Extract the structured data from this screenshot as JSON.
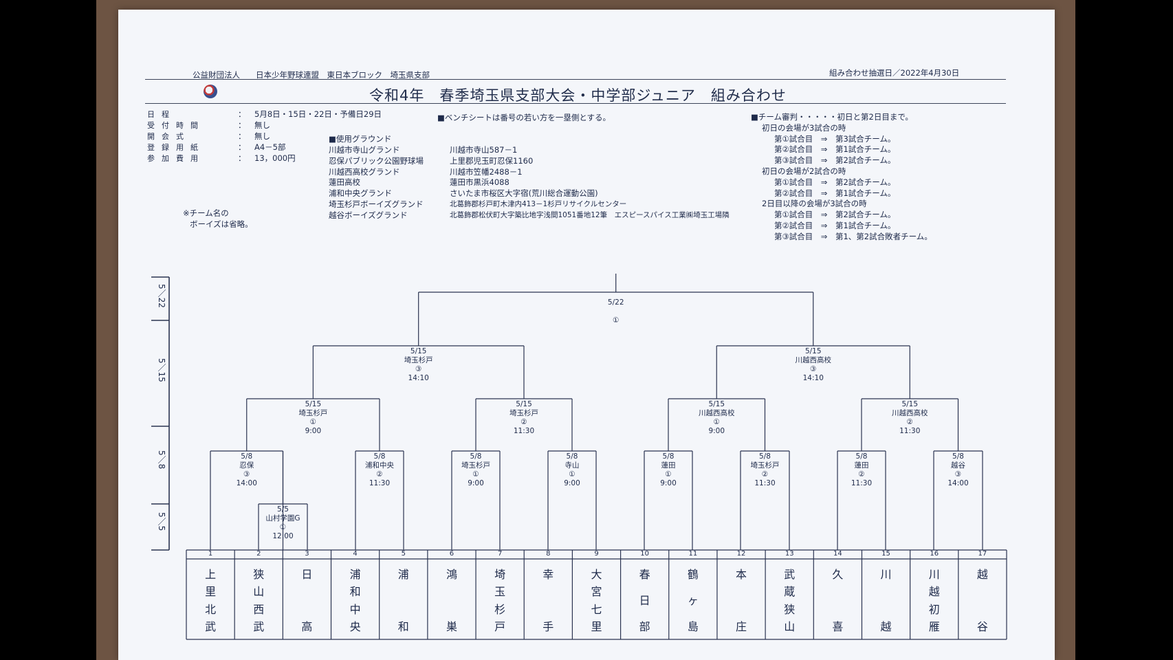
{
  "header": {
    "org": "公益財団法人　　日本少年野球連盟　東日本ブロック　埼玉県支部",
    "lottery": "組み合わせ抽選日／2022年4月30日",
    "title": "令和4年　春季埼玉県支部大会・中学部ジュニア　組み合わせ"
  },
  "info": [
    {
      "label": "日程",
      "value": "5月8日・15日・22日・予備日29日"
    },
    {
      "label": "受付時間",
      "value": "無し"
    },
    {
      "label": "開会式",
      "value": "無し"
    },
    {
      "label": "登録用紙",
      "value": "A4－5部"
    },
    {
      "label": "参加費用",
      "value": "13，000円"
    }
  ],
  "bench_note": "■ベンチシートは番号の若い方を一塁側とする。",
  "grounds_title": "■使用グラウンド",
  "grounds": [
    {
      "name": "川越市寺山グランド",
      "address": "川越市寺山587－1"
    },
    {
      "name": "忍保パブリック公園野球場",
      "address": "上里郡児玉町忍保1160"
    },
    {
      "name": "川越西高校グランド",
      "address": "川越市笠幡2488－1"
    },
    {
      "name": "蓮田高校",
      "address": "蓮田市黒浜4088"
    },
    {
      "name": "浦和中央グランド",
      "address": "さいたま市桜区大字宿(荒川総合運動公園)"
    },
    {
      "name": "埼玉杉戸ボーイズグランド",
      "address": "北葛飾郡杉戸町木津内413－1杉戸リサイクルセンター"
    },
    {
      "name": "越谷ボーイズグランド",
      "address": "北葛飾郡松伏町大字築比地字浅間1051番地12筆　エスピースパイス工業㈱埼玉工場隣"
    }
  ],
  "team_note": [
    "※チーム名の",
    "ボーイズは省略。"
  ],
  "referee": [
    "■チーム審判・・・・・初日と第2日目まで。",
    "初日の会場が3試合の時",
    "第①試合目　⇒　第3試合チーム。",
    "第②試合目　⇒　第1試合チーム。",
    "第③試合目　⇒　第2試合チーム。",
    "初日の会場が2試合の時",
    "第①試合目　⇒　第2試合チーム。",
    "第②試合目　⇒　第1試合チーム。",
    "2日目以降の会場が3試合の時",
    "第①試合目　⇒　第2試合チーム。",
    "第②試合目　⇒　第1試合チーム。",
    "第③試合目　⇒　第1、第2試合敗者チーム。"
  ],
  "round_dates": [
    {
      "text": "5／22"
    },
    {
      "text": "5／15"
    },
    {
      "text": "5／8"
    },
    {
      "text": "5／5"
    }
  ],
  "bracket": {
    "final": [
      "5/22",
      "①"
    ],
    "semi_left": [
      "5/15",
      "埼玉杉戸",
      "③",
      "14:10"
    ],
    "semi_right": [
      "5/15",
      "川越西高校",
      "③",
      "14:10"
    ],
    "q1": [
      "5/15",
      "埼玉杉戸",
      "①",
      "9:00"
    ],
    "q2": [
      "5/15",
      "埼玉杉戸",
      "②",
      "11:30"
    ],
    "q3": [
      "5/15",
      "川越西高校",
      "①",
      "9:00"
    ],
    "q4": [
      "5/15",
      "川越西高校",
      "②",
      "11:30"
    ],
    "r1": [
      "5/8",
      "忍保",
      "③",
      "14:00"
    ],
    "r2": [
      "5/8",
      "浦和中央",
      "②",
      "11:30"
    ],
    "r3": [
      "5/8",
      "埼玉杉戸",
      "①",
      "9:00"
    ],
    "r4": [
      "5/8",
      "寺山",
      "①",
      "9:00"
    ],
    "r5": [
      "5/8",
      "蓮田",
      "①",
      "9:00"
    ],
    "r6": [
      "5/8",
      "埼玉杉戸",
      "②",
      "11:30"
    ],
    "r7": [
      "5/8",
      "蓮田",
      "②",
      "11:30"
    ],
    "r8": [
      "5/8",
      "越谷",
      "③",
      "14:00"
    ],
    "pre": [
      "5/5",
      "山村学園G",
      "①",
      "12:00"
    ]
  },
  "teams": [
    {
      "no": "1",
      "name": [
        "上",
        "里",
        "北",
        "武"
      ]
    },
    {
      "no": "2",
      "name": [
        "狭",
        "山",
        "西",
        "武"
      ]
    },
    {
      "no": "3",
      "name": [
        "日",
        "高"
      ]
    },
    {
      "no": "4",
      "name": [
        "浦",
        "和",
        "中",
        "央"
      ]
    },
    {
      "no": "5",
      "name": [
        "浦",
        "和"
      ]
    },
    {
      "no": "6",
      "name": [
        "鴻",
        "巣"
      ]
    },
    {
      "no": "7",
      "name": [
        "埼",
        "玉",
        "杉",
        "戸"
      ]
    },
    {
      "no": "8",
      "name": [
        "幸",
        "手"
      ]
    },
    {
      "no": "9",
      "name": [
        "大",
        "宮",
        "七",
        "里"
      ]
    },
    {
      "no": "10",
      "name": [
        "春",
        "日",
        "部"
      ]
    },
    {
      "no": "11",
      "name": [
        "鶴",
        "ヶ",
        "島"
      ]
    },
    {
      "no": "12",
      "name": [
        "本",
        "庄"
      ]
    },
    {
      "no": "13",
      "name": [
        "武",
        "蔵",
        "狭",
        "山"
      ]
    },
    {
      "no": "14",
      "name": [
        "久",
        "喜"
      ]
    },
    {
      "no": "15",
      "name": [
        "川",
        "越"
      ]
    },
    {
      "no": "16",
      "name": [
        "川",
        "越",
        "初",
        "雁"
      ]
    },
    {
      "no": "17",
      "name": [
        "越",
        "谷"
      ]
    }
  ]
}
